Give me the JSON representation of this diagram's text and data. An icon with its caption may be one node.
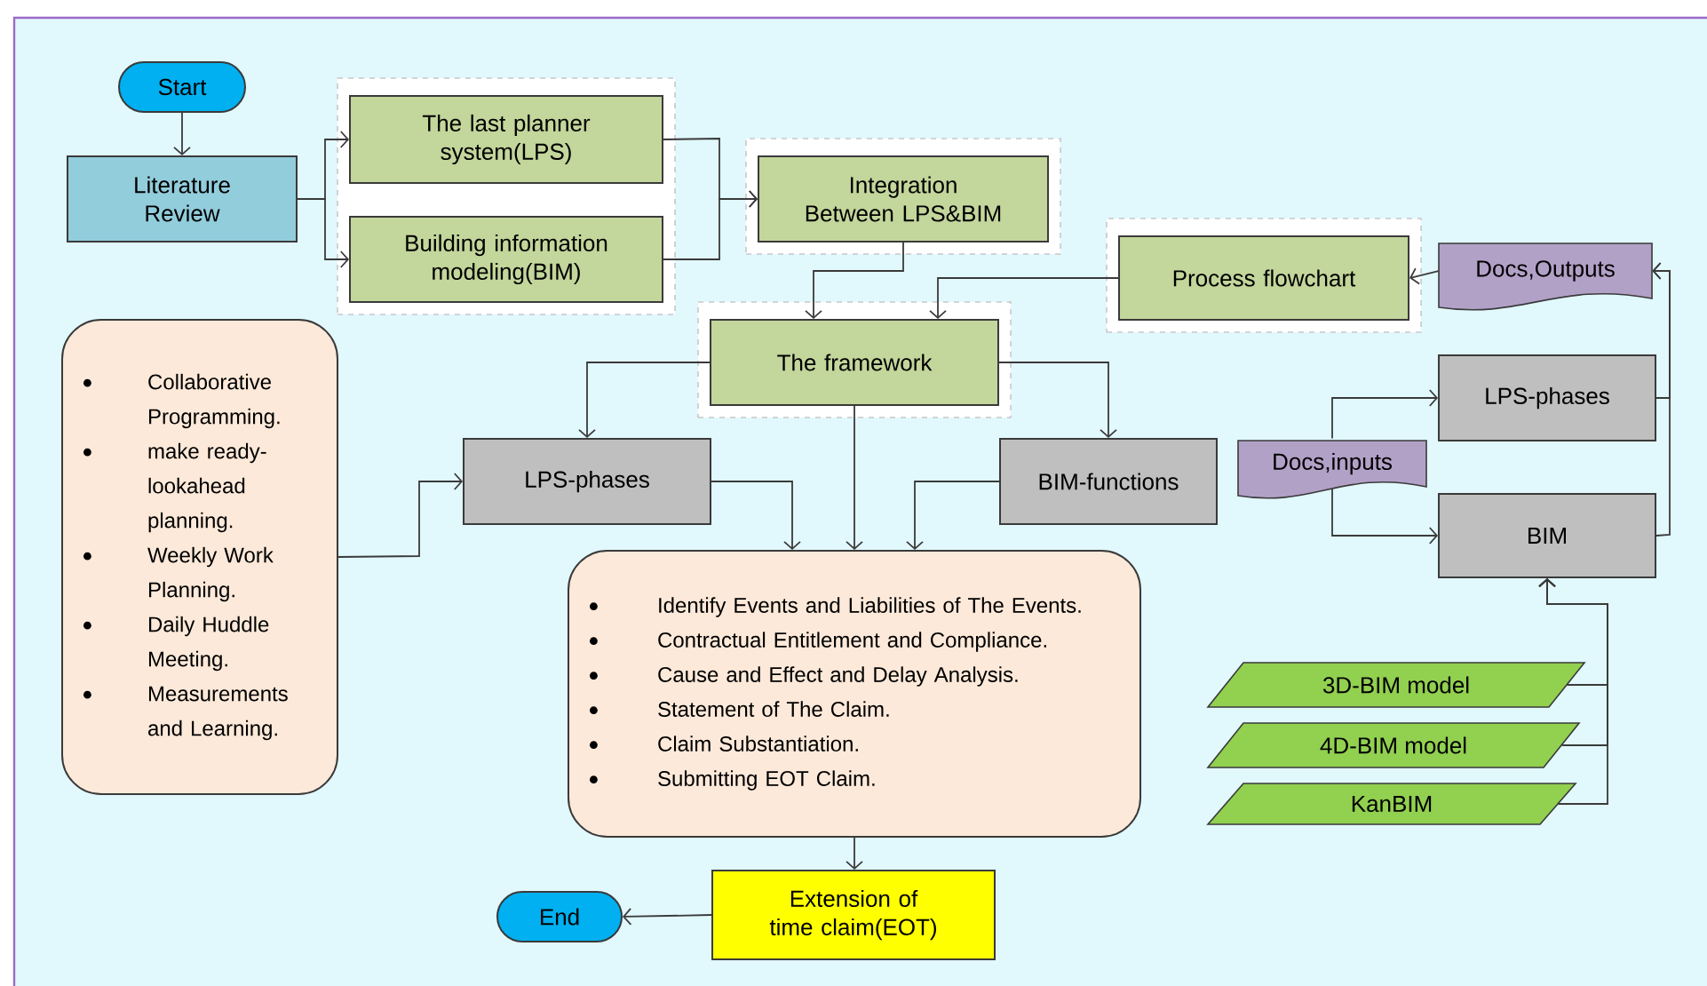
{
  "diagram": {
    "nodes": [
      {
        "text": [
          "Start"
        ]
      },
      {
        "text": [
          "Literature Review"
        ]
      },
      {
        "text": [],
        "shape": "box"
      },
      {
        "text": [
          "The last planner system(LPS)"
        ],
        "in": 2
      },
      {
        "text": [
          "Building information modeling(BIM)"
        ],
        "in": 2
      },
      {
        "text": [],
        "shape": "box"
      },
      {
        "text": [
          "Integration Between LPS&BIM"
        ],
        "in": 5
      },
      {
        "text": [],
        "shape": "box"
      },
      {
        "text": [
          "The framework"
        ],
        "in": 7
      },
      {
        "text": [],
        "shape": "box"
      },
      {
        "text": [
          "Process flowchart"
        ],
        "in": 9
      },
      {
        "text": [
          "Docs,Outputs"
        ]
      },
      {
        "text": [
          "Collaborative Programming.",
          "make ready-lookahead planning.",
          "Weekly Work Planning.",
          "Daily Huddle Meeting.",
          "Measurements and Learning."
        ]
      },
      {
        "text": [
          "LPS-phases"
        ]
      },
      {
        "text": [
          "BIM-functions"
        ]
      },
      {
        "text": [
          "LPS-phases"
        ]
      },
      {
        "text": [
          "Docs,inputs"
        ]
      },
      {
        "text": [
          "BIM"
        ]
      },
      {
        "text": [
          "Identify Events and Liabilities of The Events.",
          "Contractual Entitlement and Compliance.",
          "Cause and Effect and Delay Analysis.",
          "Statement of The Claim.",
          "Claim Substantiation.",
          "Submitting EOT Claim."
        ]
      },
      {
        "text": [
          "3D-BIM model"
        ]
      },
      {
        "text": [
          "4D-BIM model"
        ]
      },
      {
        "text": [
          "KanBIM"
        ]
      },
      {
        "text": [
          "Extension of time claim(EOT)"
        ]
      },
      {
        "text": [
          "End"
        ]
      }
    ],
    "edges": [
      {
        "from": 0,
        "to": 1,
        "arrow": "to"
      },
      {
        "from": 1,
        "to": 3,
        "arrow": "to"
      },
      {
        "from": 1,
        "to": 4,
        "arrow": "to"
      },
      {
        "from": 3,
        "to": 6,
        "arrow": "to"
      },
      {
        "from": 4,
        "to": 6,
        "arrow": "to"
      },
      {
        "from": 6,
        "to": 8,
        "arrow": "to"
      },
      {
        "from": 10,
        "to": 8,
        "arrow": "to"
      },
      {
        "from": 11,
        "to": 10,
        "arrow": "to"
      },
      {
        "from": 8,
        "to": 13,
        "arrow": "to"
      },
      {
        "from": 8,
        "to": 14,
        "arrow": "to"
      },
      {
        "from": 8,
        "to": 18,
        "arrow": "to"
      },
      {
        "from": 12,
        "to": 13,
        "arrow": "to"
      },
      {
        "from": 13,
        "to": 18,
        "arrow": "to"
      },
      {
        "from": 14,
        "to": 18,
        "arrow": "to"
      },
      {
        "from": 16,
        "to": 15,
        "arrow": "to"
      },
      {
        "from": 16,
        "to": 17,
        "arrow": "to"
      },
      {
        "from": 15,
        "to": 11,
        "arrow": "to"
      },
      {
        "from": 17,
        "to": 11,
        "arrow": "to"
      },
      {
        "from": 19,
        "to": 17,
        "arrow": "to"
      },
      {
        "from": 20,
        "to": 17,
        "arrow": "to"
      },
      {
        "from": 21,
        "to": 17,
        "arrow": "to"
      },
      {
        "from": 18,
        "to": 22,
        "arrow": "to"
      },
      {
        "from": 22,
        "to": 23,
        "arrow": "to"
      }
    ]
  }
}
